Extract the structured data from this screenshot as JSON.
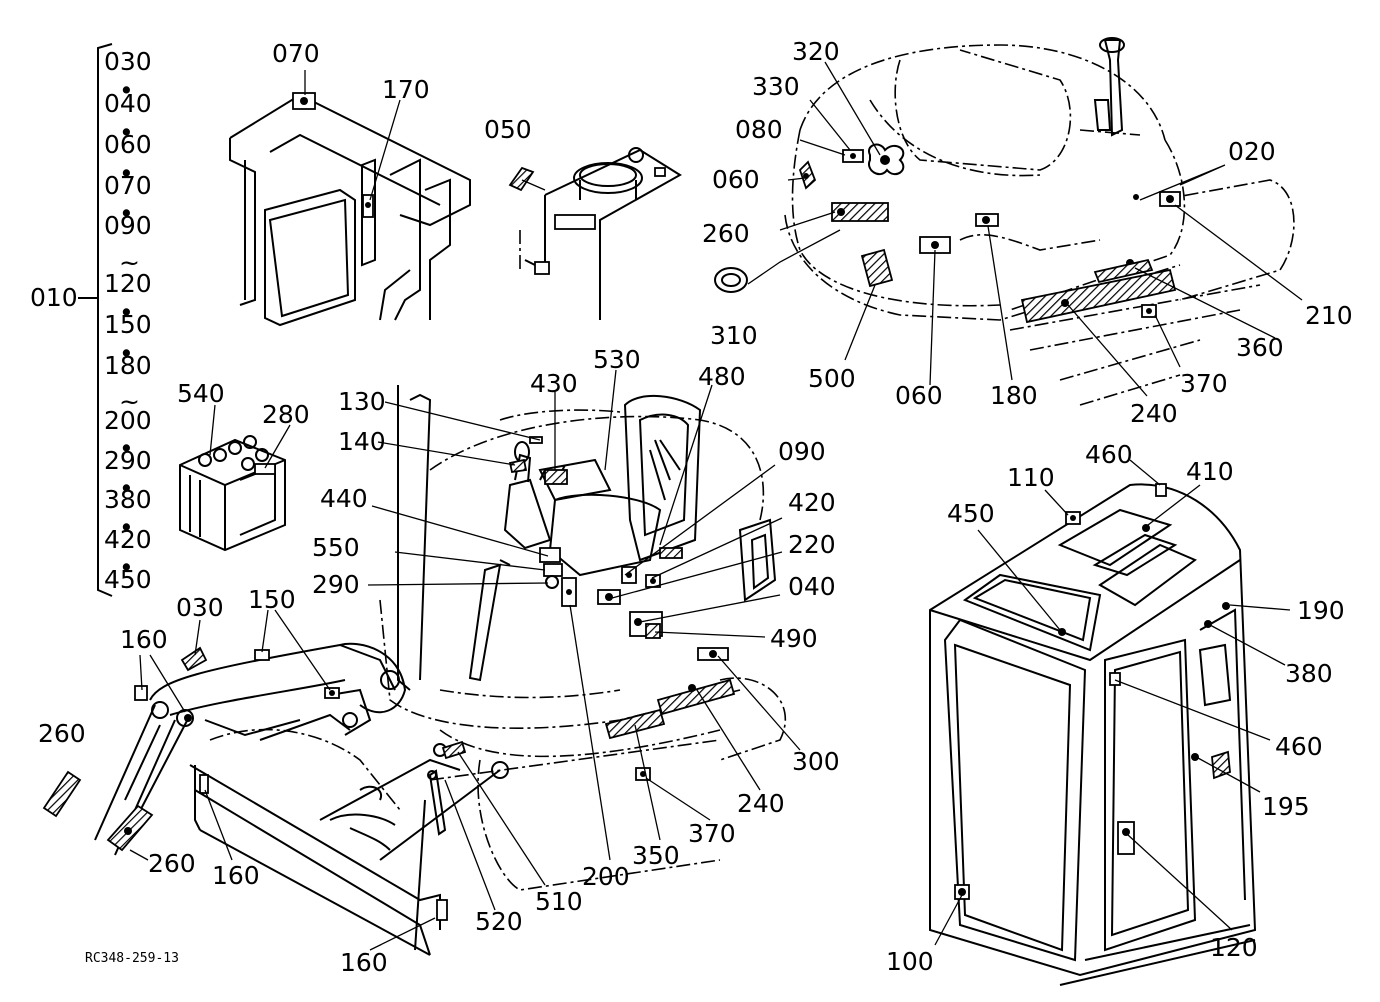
{
  "diagram": {
    "group_root": "010",
    "group_items": [
      "030",
      "040",
      "060",
      "070",
      "090",
      "120",
      "150",
      "180",
      "200",
      "290",
      "380",
      "420",
      "450"
    ],
    "group_separators": [
      "•",
      "•",
      "•",
      "•",
      "~",
      "•",
      "•",
      "~",
      "•",
      "•",
      "•",
      "•"
    ],
    "drawing_code": "RC348-259-13",
    "callouts": {
      "c070": "070",
      "c170": "170",
      "c050": "050",
      "c320": "320",
      "c330": "330",
      "c080": "080",
      "c060a": "060",
      "c260a": "260",
      "c020": "020",
      "c210": "210",
      "c360": "360",
      "c370a": "370",
      "c240a": "240",
      "c180": "180",
      "c060b": "060",
      "c500": "500",
      "c310": "310",
      "c540": "540",
      "c280": "280",
      "c130": "130",
      "c140": "140",
      "c430": "430",
      "c530": "530",
      "c480": "480",
      "c090": "090",
      "c420": "420",
      "c220": "220",
      "c040": "040",
      "c490": "490",
      "c440": "440",
      "c550": "550",
      "c290": "290",
      "c030": "030",
      "c150": "150",
      "c160a": "160",
      "c260b": "260",
      "c260c": "260",
      "c160b": "160",
      "c160c": "160",
      "c520": "520",
      "c510": "510",
      "c200": "200",
      "c350": "350",
      "c370b": "370",
      "c240b": "240",
      "c300": "300",
      "c460a": "460",
      "c110": "110",
      "c410": "410",
      "c450": "450",
      "c190": "190",
      "c380": "380",
      "c460b": "460",
      "c195": "195",
      "c120": "120",
      "c100": "100"
    }
  }
}
